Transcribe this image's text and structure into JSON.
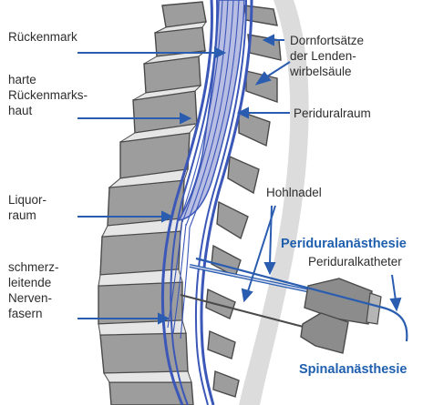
{
  "diagram": {
    "labels": {
      "rueckenmark": "Rückenmark",
      "harte_rueckenmarkshaut": "harte\nRückenmarks-\nhaut",
      "liquorraum": "Liquor-\nraum",
      "nervenfasern": "schmerz-\nleitende\nNerven-\nfasern",
      "dornfortsaetze": "Dornfortsätze\nder Lenden-\nwirbelsäule",
      "periduralraum": "Periduralraum",
      "hohlnadel": "Hohlnadel",
      "periduralanaesthesie": "Periduralanästhesie",
      "periduralkatheter": "Periduralkatheter",
      "spinalanaesthesie": "Spinalanästhesie"
    },
    "colors": {
      "vertebra": "#9d9d9d",
      "vertebra_outline": "#4a4a4a",
      "disc": "#e6e6e6",
      "dura_blue": "#3b57b8",
      "cord_lilac": "#b8bde3",
      "arrow_blue": "#2a5db0",
      "accent_text": "#1f5fae",
      "background_strip": "#dcdcdc"
    }
  }
}
